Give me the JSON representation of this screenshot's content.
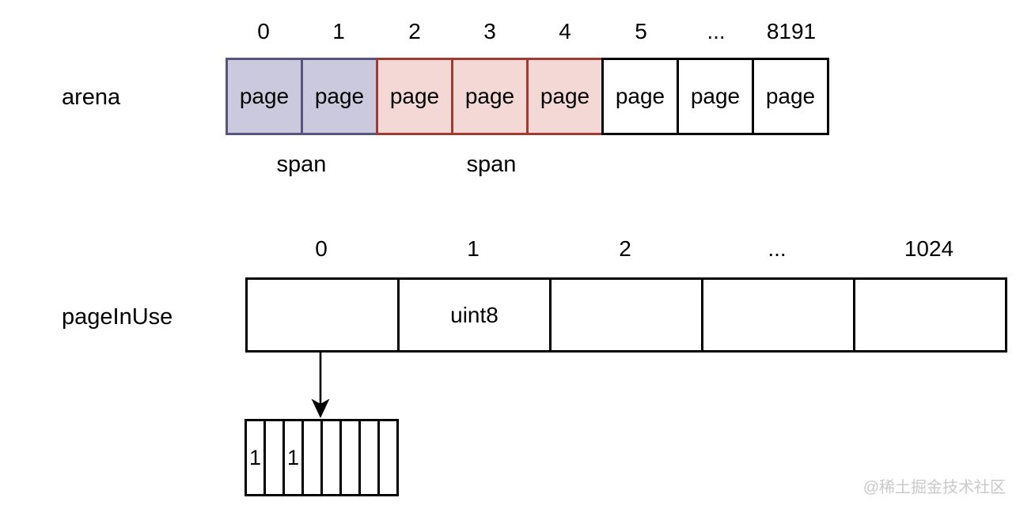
{
  "colors": {
    "purple-fill": "#cbc9dd",
    "purple-stroke": "#57547f",
    "red-fill": "#f4d8d5",
    "red-stroke": "#a03b33",
    "line": "#000000",
    "watermark": "#c9c9c9"
  },
  "arena": {
    "label": "arena",
    "indices": [
      "0",
      "1",
      "2",
      "3",
      "4",
      "5",
      "...",
      "8191"
    ],
    "pages": [
      "page",
      "page",
      "page",
      "page",
      "page",
      "page",
      "page",
      "page"
    ],
    "span_labels": [
      "span",
      "span"
    ]
  },
  "page_in_use": {
    "label": "pageInUse",
    "indices": [
      "0",
      "1",
      "2",
      "...",
      "1024"
    ],
    "cells": [
      "",
      "uint8",
      "",
      "",
      ""
    ]
  },
  "bitmap": {
    "bits": [
      "1",
      "",
      "1",
      "",
      "",
      "",
      "",
      ""
    ]
  },
  "watermark": "@稀土掘金技术社区"
}
